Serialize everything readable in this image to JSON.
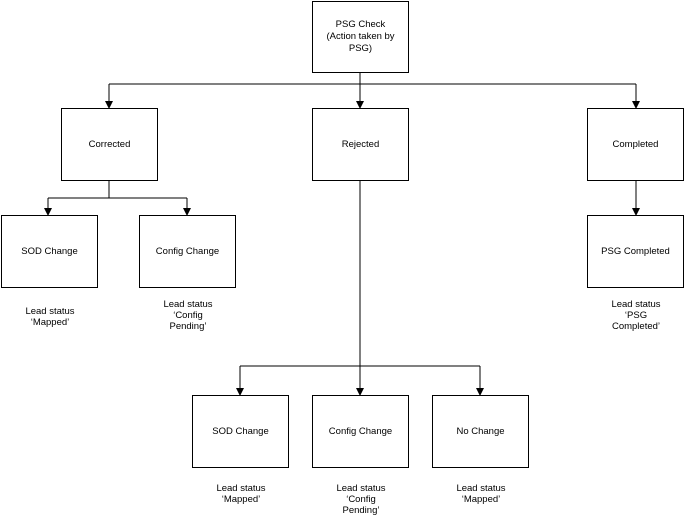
{
  "nodes": {
    "psg_check": "PSG Check\n(Action taken by\nPSG)",
    "corrected": "Corrected",
    "rejected": "Rejected",
    "completed": "Completed",
    "corrected_sod": "SOD Change",
    "corrected_config": "Config Change",
    "psg_completed": "PSG Completed",
    "rejected_sod": "SOD Change",
    "rejected_config": "Config Change",
    "rejected_no": "No  Change"
  },
  "notes": {
    "corrected_sod": [
      "Lead status",
      "‘Mapped’"
    ],
    "corrected_config": [
      "Lead status",
      "‘Config",
      "Pending’"
    ],
    "psg_completed": [
      "Lead status",
      "‘PSG",
      "Completed’"
    ],
    "rejected_sod": [
      "Lead status",
      "‘Mapped’"
    ],
    "rejected_config": [
      "Lead status",
      "‘Config",
      "Pending’"
    ],
    "rejected_no": [
      "Lead status",
      "‘Mapped’"
    ]
  }
}
